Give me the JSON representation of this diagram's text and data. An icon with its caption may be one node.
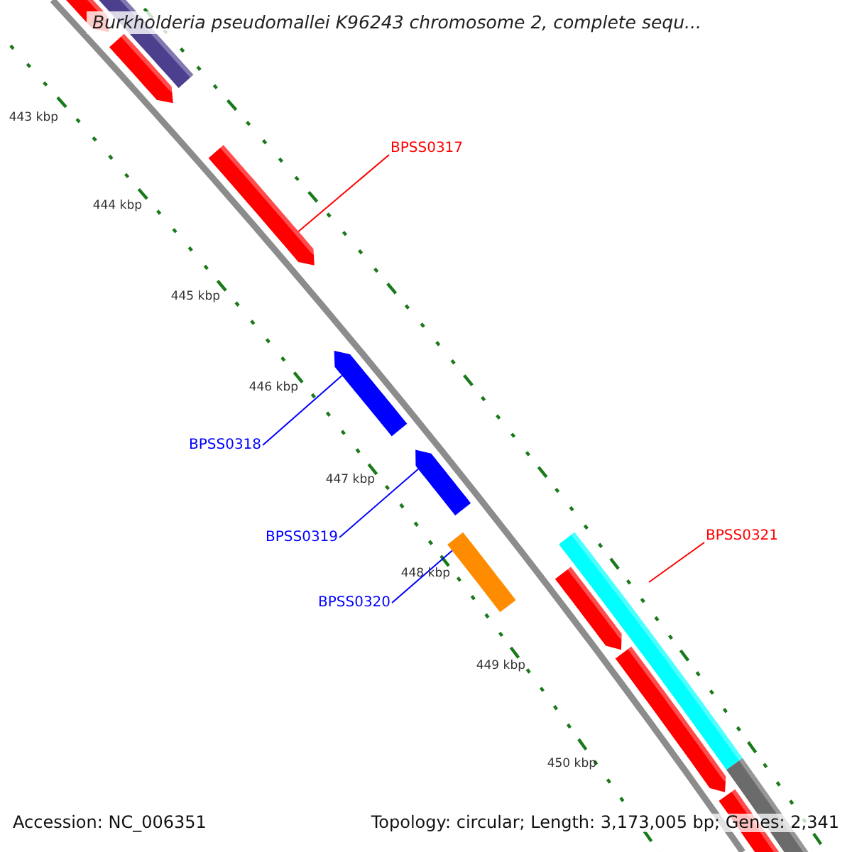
{
  "diagram": {
    "title": "Burkholderia pseudomallei K96243 chromosome 2, complete sequ...",
    "nodes": [
      {
        "text": [
          "BPSS0317"
        ]
      },
      {
        "text": [],
        "shape": "bar"
      },
      {
        "text": [
          "BPSS0318"
        ]
      },
      {
        "text": [],
        "shape": "bar"
      },
      {
        "text": [
          "BPSS0319"
        ]
      },
      {
        "text": [],
        "shape": "bar"
      },
      {
        "text": [
          "BPSS0320"
        ]
      },
      {
        "text": [],
        "shape": "bar"
      },
      {
        "text": [
          "BPSS0321"
        ]
      }
    ],
    "edges": [
      {
        "from": 0,
        "to": 1,
        "arrow": "none",
        "color": "#ff0000"
      },
      {
        "from": 2,
        "to": 3,
        "arrow": "none"
      },
      {
        "from": 4,
        "to": 5,
        "arrow": "none"
      },
      {
        "from": 6,
        "to": 7,
        "arrow": "none"
      },
      {
        "from": 8,
        "to": null,
        "arrow": "none",
        "color": "#ff0000"
      }
    ],
    "labels": [
      "443 kbp",
      "444 kbp",
      "445 kbp",
      "446 kbp",
      "447 kbp",
      "448 kbp",
      "449 kbp",
      "450 kbp",
      "Accession: NC_006351",
      "Topology: circular; Length: 3,173,005 bp; Genes: 2,341"
    ]
  }
}
